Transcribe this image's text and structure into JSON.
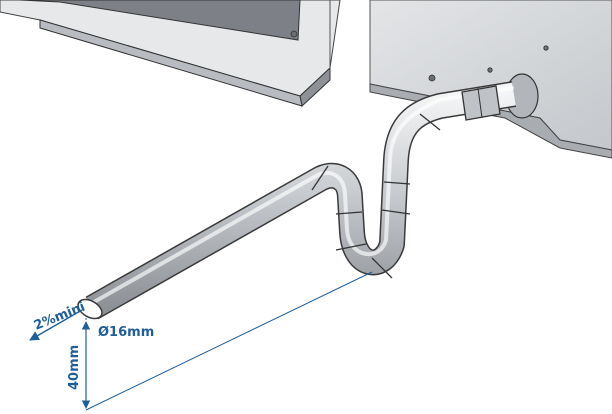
{
  "annotations": {
    "slope": "2%mini",
    "diameter": "Ø16mm",
    "height": "40mm"
  },
  "colors": {
    "dimension": "#1f5f99",
    "appliance_body": "#d7d9dc",
    "pipe": "#cdd0d4",
    "outline": "#2a2a2a"
  }
}
